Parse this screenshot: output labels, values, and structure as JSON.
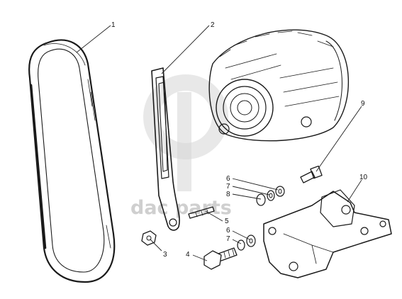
{
  "watermark": {
    "text": "dac    parts",
    "color": "#d4d4d4"
  },
  "callouts": [
    {
      "id": "belt",
      "label": "1"
    },
    {
      "id": "adjust-bar",
      "label": "2"
    },
    {
      "id": "nut",
      "label": "3"
    },
    {
      "id": "bolt",
      "label": "4"
    },
    {
      "id": "stud-lower",
      "label": "5"
    },
    {
      "id": "washer-upper",
      "label": "6"
    },
    {
      "id": "lockwasher-upper",
      "label": "7"
    },
    {
      "id": "nut-upper",
      "label": "8"
    },
    {
      "id": "stud-upper",
      "label": "9"
    },
    {
      "id": "bracket",
      "label": "10"
    },
    {
      "id": "washer-lower",
      "label": "6"
    },
    {
      "id": "lockwasher-lower",
      "label": "7"
    }
  ],
  "colors": {
    "ink": "#1a1a1a",
    "background": "#ffffff"
  }
}
